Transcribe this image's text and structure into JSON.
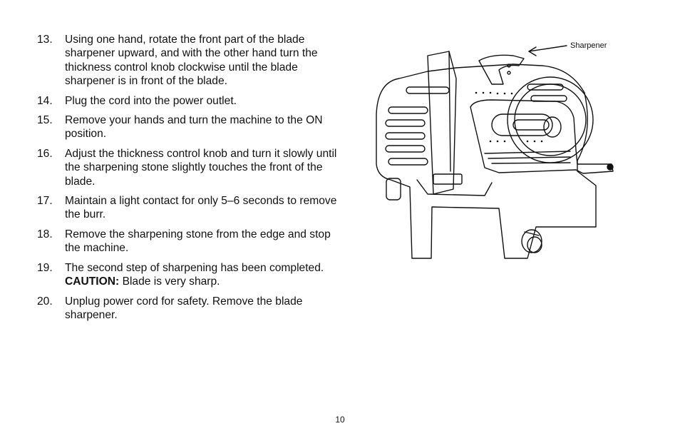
{
  "steps": [
    {
      "num": "13.",
      "text": "Using one hand, rotate the front part of the blade sharpener upward, and with the other hand turn the thickness control knob clockwise until the blade sharpener is in front of the blade."
    },
    {
      "num": "14.",
      "text": "Plug the cord into the power outlet."
    },
    {
      "num": "15.",
      "text": "Remove your hands and turn the machine to the ON position."
    },
    {
      "num": "16.",
      "text": "Adjust the thickness control knob and turn it slowly until the sharpening stone slightly touches the front of the blade."
    },
    {
      "num": "17.",
      "text": "Maintain a light contact for only 5–6 seconds to remove the burr."
    },
    {
      "num": "18.",
      "text": "Remove the sharpening stone from the edge and stop the machine."
    },
    {
      "num": "19.",
      "text": "The second step of sharpening has been completed. ",
      "bold": "CAUTION:",
      "tail": " Blade is very sharp."
    },
    {
      "num": "20.",
      "text": "Unplug power cord for safety. Remove the blade sharpener."
    }
  ],
  "figure": {
    "callout": "Sharpener",
    "arrow_icon": "arrow-left-icon"
  },
  "page": {
    "number": "10"
  }
}
